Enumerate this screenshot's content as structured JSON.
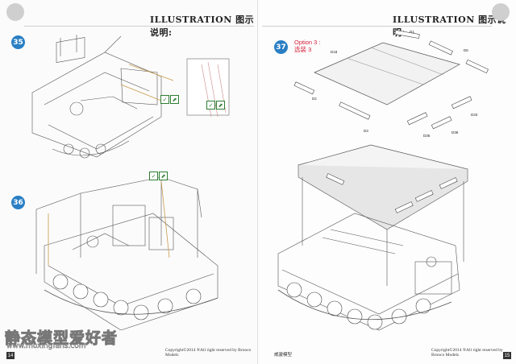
{
  "header": {
    "left_title": "ILLUSTRATION 图示说明:",
    "right_title": "ILLUSTRATION 图示说明:"
  },
  "steps": {
    "step35": "35",
    "step36": "36",
    "step37": "37"
  },
  "option": {
    "line1": "Option 3 :",
    "line2": "选装 3"
  },
  "parts": {
    "d1": "D1",
    "d6": "D6",
    "d18": "D18",
    "d2": "D2",
    "d3": "D3",
    "d33": "D33",
    "d36": "D36",
    "d38": "D38"
  },
  "footer": {
    "left_copyright": "Copyright©2014 ®All right reserved by Bronco Models",
    "right_copyright": "Copyright©2014 ®All right reserved by Bronco Models",
    "center_label": "威骏模型",
    "left_page": "14",
    "right_page": "15"
  },
  "watermark": {
    "text": "静态模型爱好者",
    "url": "www.moxingfans.com"
  },
  "colors": {
    "step_circle": "#2a7fc4",
    "option_text": "#d6203a",
    "icon_green": "#2e7d32"
  }
}
